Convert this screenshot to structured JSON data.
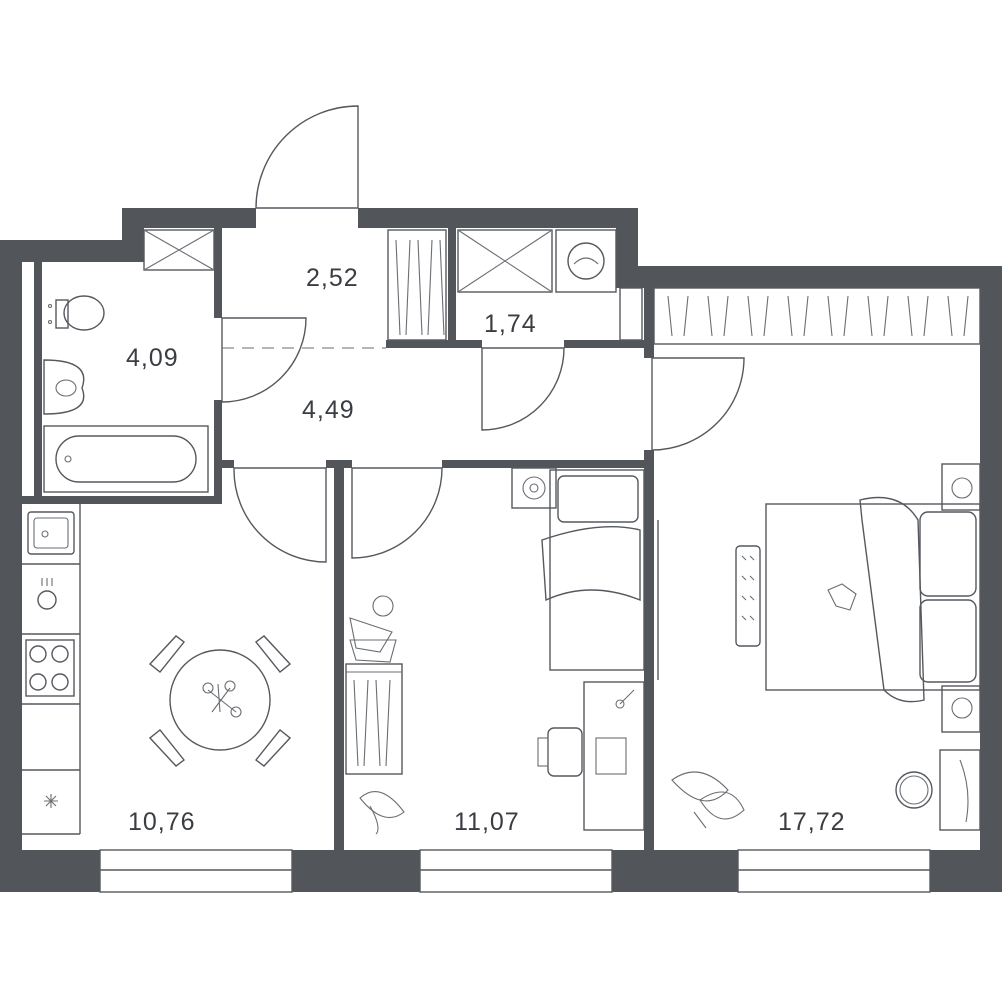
{
  "rooms": {
    "corridor_top": {
      "area": "2,52"
    },
    "storage": {
      "area": "1,74"
    },
    "bathroom": {
      "area": "4,09"
    },
    "hallway": {
      "area": "4,49"
    },
    "kitchen": {
      "area": "10,76"
    },
    "bedroom_small": {
      "area": "11,07"
    },
    "bedroom_large": {
      "area": "17,72"
    }
  },
  "colors": {
    "wall": "#52565b",
    "line": "#55595e",
    "background": "#ffffff"
  },
  "icons": [
    "toilet-icon",
    "sink-icon",
    "bathtub-icon",
    "washing-machine-icon",
    "kitchen-sink-icon",
    "stove-icon",
    "dining-table-icon",
    "bed-icon",
    "desk-icon",
    "chair-icon",
    "plant-icon",
    "wardrobe-icon"
  ]
}
